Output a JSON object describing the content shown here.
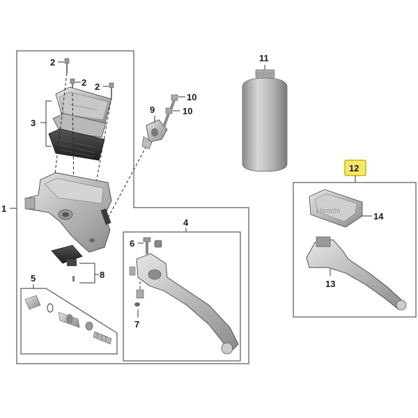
{
  "callouts": {
    "c1": "1",
    "c2a": "2",
    "c2b": "2",
    "c2c": "2",
    "c3": "3",
    "c4": "4",
    "c5": "5",
    "c6": "6",
    "c7": "7",
    "c8": "8",
    "c9": "9",
    "c10a": "10",
    "c10b": "10",
    "c11": "11",
    "c12": "12",
    "c13": "13",
    "c14": "14"
  },
  "watermark": "Hirochi",
  "colors": {
    "highlight_fill": "#f5e76a",
    "highlight_stroke": "#c9b400",
    "line": "#333333",
    "part_light": "#d9d9d9",
    "part_mid": "#a9a9a9",
    "part_dark": "#3a3a3a"
  }
}
